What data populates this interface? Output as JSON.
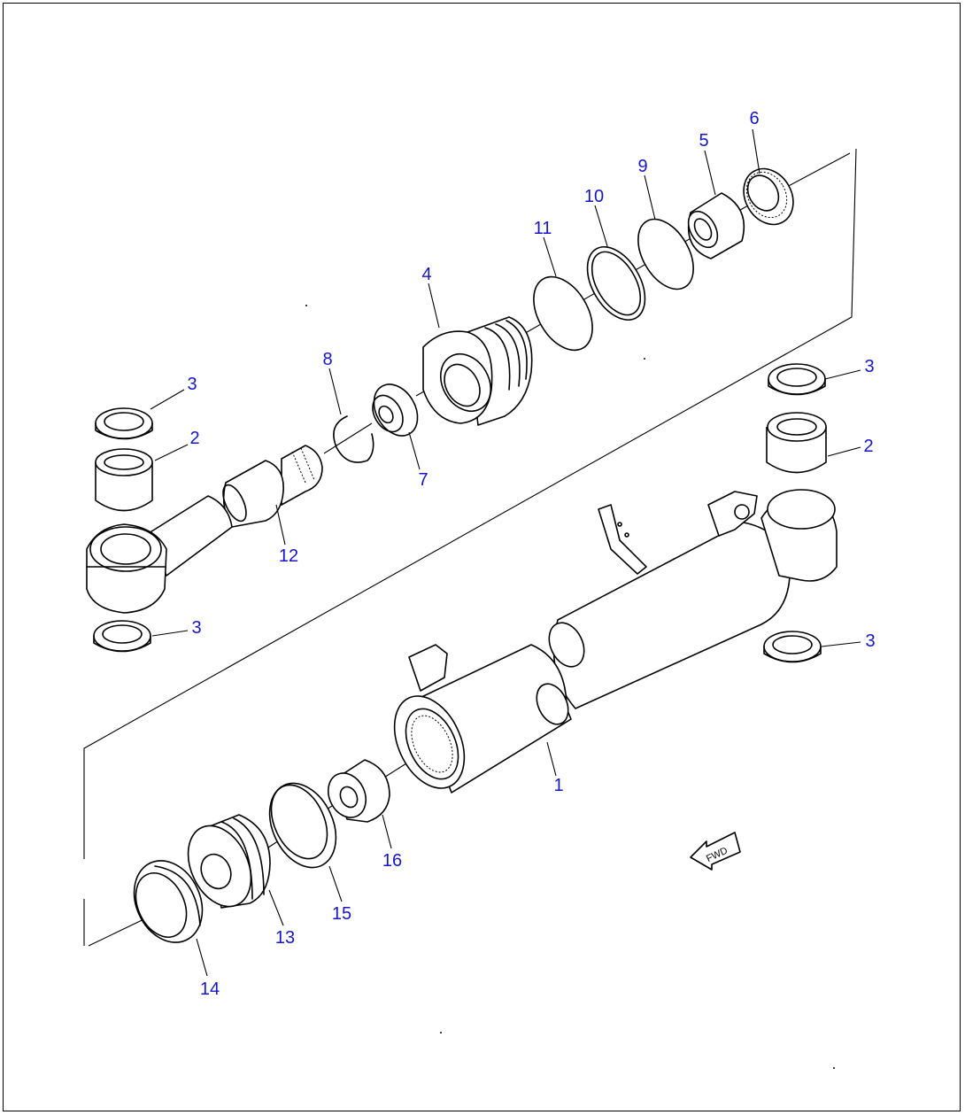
{
  "diagram": {
    "fwd_label": "FWD",
    "part_numbers": {
      "p6": "6",
      "p5": "5",
      "p9": "9",
      "p10": "10",
      "p11": "11",
      "p4": "4",
      "p8": "8",
      "p7": "7",
      "p3_tl": "3",
      "p2_tl": "2",
      "p12": "12",
      "p3_bl": "3",
      "p3_tr": "3",
      "p2_r": "2",
      "p3_br": "3",
      "p1": "1",
      "p16": "16",
      "p15": "15",
      "p13": "13",
      "p14": "14"
    }
  }
}
